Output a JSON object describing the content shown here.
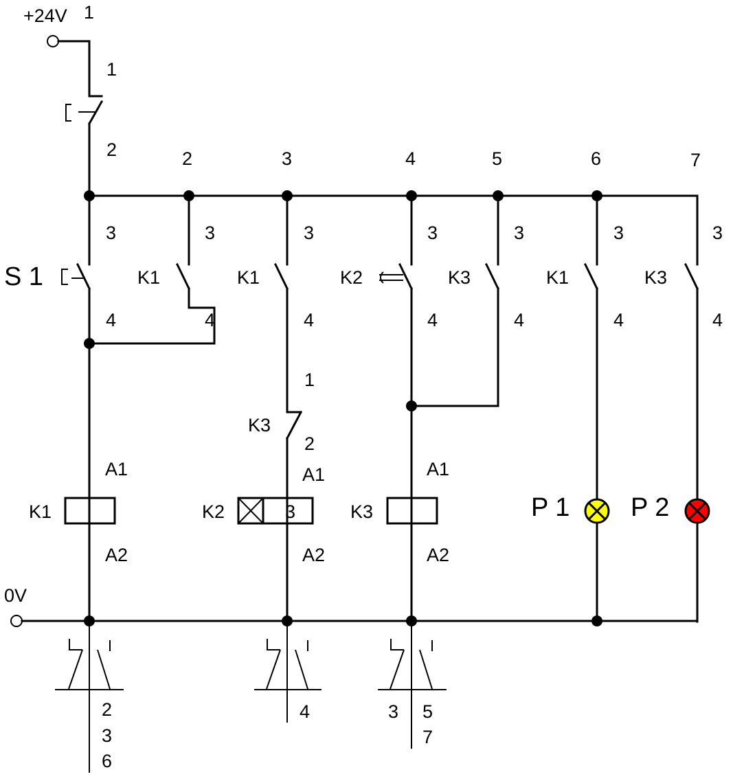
{
  "supply": {
    "positive": "+24V",
    "positive_column": "1",
    "ground": "0V"
  },
  "column_numbers": [
    "2",
    "3",
    "4",
    "5",
    "6",
    "7"
  ],
  "stop_switch": {
    "terminal_top": "1",
    "terminal_bottom": "2"
  },
  "start_switch": {
    "label": "S 1",
    "terminal_top": "3",
    "terminal_bottom": "4"
  },
  "contacts": [
    {
      "label": "K1",
      "top": "3",
      "bottom": "4"
    },
    {
      "label": "K1",
      "top": "3",
      "bottom": "4"
    },
    {
      "label": "K2",
      "top": "3",
      "bottom": "4"
    },
    {
      "label": "K3",
      "top": "3",
      "bottom": "4"
    },
    {
      "label": "K1",
      "top": "3",
      "bottom": "4"
    },
    {
      "label": "K3",
      "top": "3",
      "bottom": "4"
    }
  ],
  "interlock": {
    "label": "K3",
    "top": "1",
    "bottom": "2"
  },
  "coils": [
    {
      "label": "K1",
      "a1": "A1",
      "a2": "A2"
    },
    {
      "label": "K2",
      "a1": "A1",
      "a2": "A2",
      "delay": "3"
    },
    {
      "label": "K3",
      "a1": "A1",
      "a2": "A2"
    }
  ],
  "lamps": [
    {
      "label": "P 1",
      "color": "#ffff00"
    },
    {
      "label": "P 2",
      "color": "#ff0000"
    }
  ],
  "cross_references": {
    "k1": [
      "2",
      "3",
      "6"
    ],
    "k2": [
      "4"
    ],
    "k3_left": [
      "3"
    ],
    "k3_right": [
      "5",
      "7"
    ]
  }
}
